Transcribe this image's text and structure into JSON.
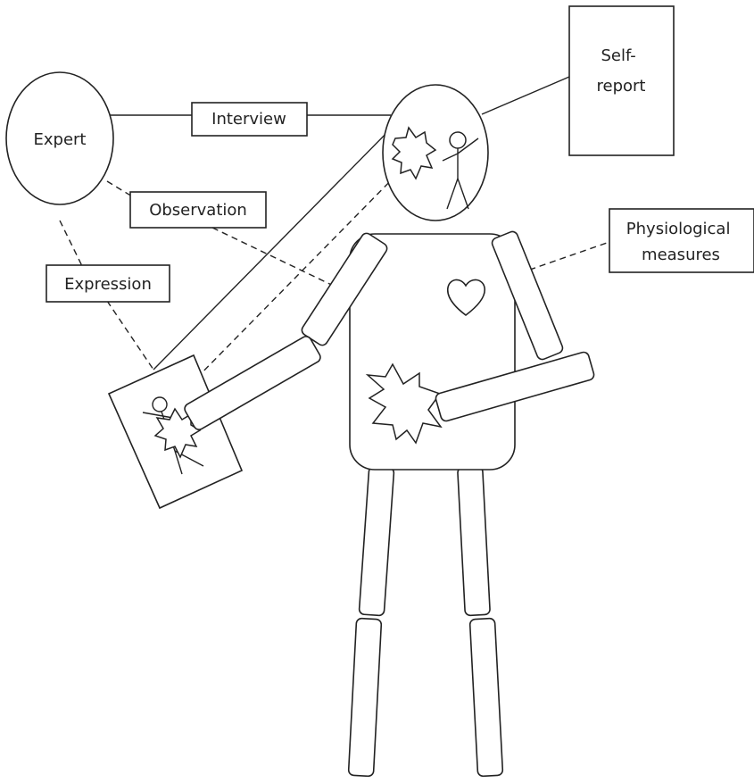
{
  "nodes": {
    "expert": "Expert",
    "self_report": [
      "Self-",
      "report"
    ],
    "physiological": [
      "Physiological",
      "measures"
    ]
  },
  "links": {
    "interview": "Interview",
    "observation": "Observation",
    "expression": "Expression"
  }
}
